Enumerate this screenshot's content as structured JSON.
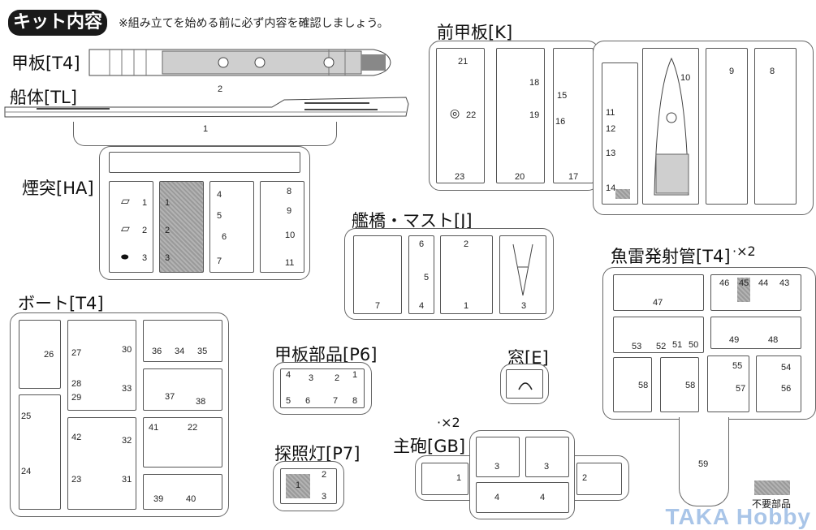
{
  "header": {
    "badge": "キット内容",
    "notice": "※組み立てを始める前に必ず内容を確認しましょう。"
  },
  "sections": {
    "deck": {
      "label": "甲板[T4]",
      "parts": [
        "2"
      ]
    },
    "hull": {
      "label": "船体[TL]",
      "parts": [
        "1"
      ]
    },
    "funnel": {
      "label": "煙突[HA]",
      "parts": [
        "1",
        "2",
        "3",
        "1",
        "2",
        "3",
        "4",
        "5",
        "6",
        "7",
        "8",
        "9",
        "10",
        "11"
      ]
    },
    "fore_deck": {
      "label": "前甲板[K]",
      "parts": [
        "21",
        "22",
        "23",
        "18",
        "19",
        "20",
        "15",
        "16",
        "17",
        "11",
        "12",
        "13",
        "14",
        "10",
        "9",
        "8"
      ]
    },
    "bridge_mast": {
      "label": "艦橋・マスト[J]",
      "parts": [
        "7",
        "6",
        "5",
        "4",
        "2",
        "1",
        "3"
      ]
    },
    "torpedo": {
      "label": "魚雷発射管[T4]",
      "multiplier": "·×2",
      "parts": [
        "47",
        "46",
        "45",
        "44",
        "43",
        "53",
        "52",
        "51",
        "50",
        "49",
        "48",
        "58",
        "58",
        "55",
        "57",
        "54",
        "56",
        "59"
      ]
    },
    "boat": {
      "label": "ボート[T4]",
      "parts": [
        "26",
        "25",
        "24",
        "27",
        "28",
        "29",
        "30",
        "33",
        "42",
        "23",
        "32",
        "31",
        "36",
        "34",
        "35",
        "37",
        "38",
        "41",
        "22",
        "39",
        "40"
      ]
    },
    "deck_parts": {
      "label": "甲板部品[P6]",
      "parts": [
        "4",
        "3",
        "2",
        "1",
        "5",
        "6",
        "7",
        "8"
      ]
    },
    "window": {
      "label": "窓[E]"
    },
    "searchlight": {
      "label": "探照灯[P7]",
      "parts": [
        "1",
        "2",
        "3"
      ]
    },
    "main_gun": {
      "label": "主砲[GB]",
      "multiplier": "·×2",
      "parts": [
        "1",
        "3",
        "3",
        "2",
        "4",
        "4"
      ]
    }
  },
  "legend": {
    "unused_label": "不要部品"
  },
  "watermark": "TAKA Hobby"
}
